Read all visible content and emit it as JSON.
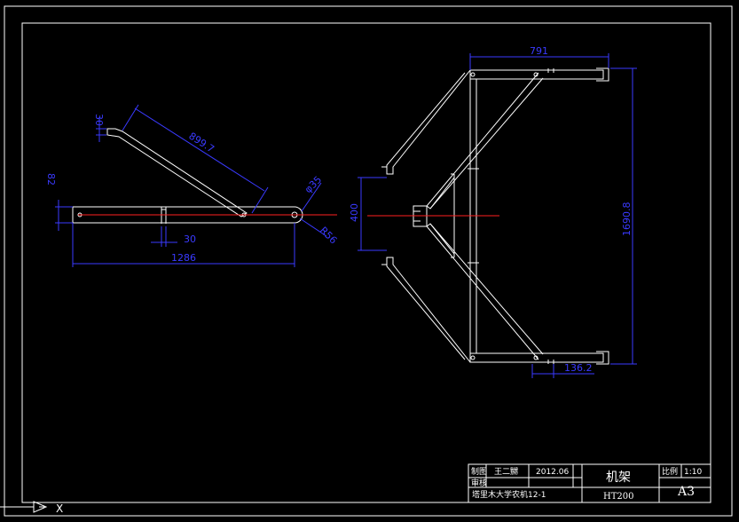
{
  "colors": {
    "background": "#000000",
    "geometry": "#ffffff",
    "dimension": "#3a3aff",
    "centerline": "#ff2020"
  },
  "drawing": {
    "side_view": {
      "dim_30_top": "30",
      "dim_82": "82",
      "dim_899_7": "899.7",
      "dim_r35": "φ35",
      "dim_r56": "R56",
      "dim_30_bottom": "30",
      "dim_1286": "1286"
    },
    "top_view": {
      "dim_791": "791",
      "dim_400": "400",
      "dim_1690_8": "1690.8",
      "dim_136_2": "136.2"
    }
  },
  "title_block": {
    "label_drawn": "制图",
    "label_checked": "审核",
    "drafter": "王二嬲",
    "date": "2012.06",
    "part_name": "机架",
    "label_scale": "比例",
    "scale": "1:10",
    "school": "塔里木大学农机12-1",
    "material": "HT200",
    "sheet_size": "A3"
  },
  "ucs_icon": {
    "axis_label": "X"
  }
}
